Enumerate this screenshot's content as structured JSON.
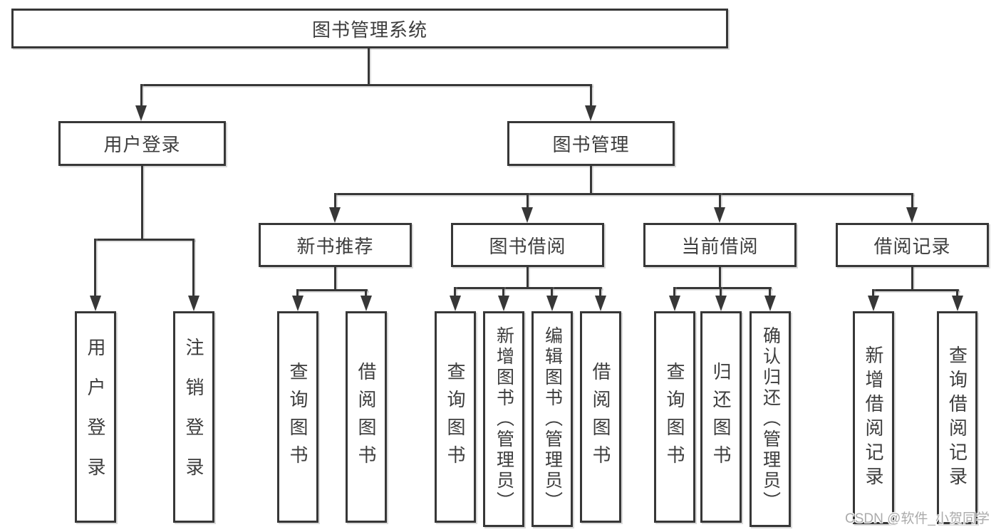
{
  "tree": {
    "root": {
      "label": "图书管理系统"
    },
    "branches": [
      {
        "label": "用户登录",
        "children": [
          {
            "label": "用户登录"
          },
          {
            "label": "注销登录"
          }
        ]
      },
      {
        "label": "图书管理",
        "children": [
          {
            "label": "新书推荐",
            "children": [
              {
                "label": "查询图书"
              },
              {
                "label": "借阅图书"
              }
            ]
          },
          {
            "label": "图书借阅",
            "children": [
              {
                "label": "查询图书"
              },
              {
                "label": "新增图书（管理员）"
              },
              {
                "label": "编辑图书（管理员）"
              },
              {
                "label": "借阅图书"
              }
            ]
          },
          {
            "label": "当前借阅",
            "children": [
              {
                "label": "查询图书"
              },
              {
                "label": "归还图书"
              },
              {
                "label": "确认归还（管理员）"
              }
            ]
          },
          {
            "label": "借阅记录",
            "children": [
              {
                "label": "新增借阅记录"
              },
              {
                "label": "查询借阅记录"
              }
            ]
          }
        ]
      }
    ]
  },
  "watermark": {
    "text": "CSDN @软件_小贺同学"
  },
  "colors": {
    "line": "#373737",
    "text": "#3d3d3d",
    "watermark": "#ababab"
  }
}
